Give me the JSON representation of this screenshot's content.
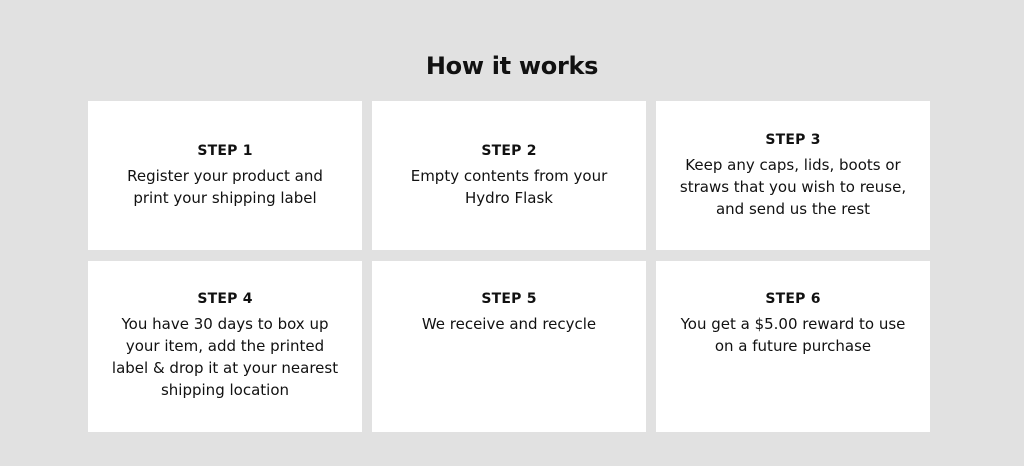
{
  "title": "How it works",
  "steps": [
    {
      "label": "STEP 1",
      "text": "Register your product and print your shipping label"
    },
    {
      "label": "STEP 2",
      "text": "Empty contents from your Hydro Flask"
    },
    {
      "label": "STEP 3",
      "text": "Keep any caps, lids, boots or straws that you wish to reuse, and send us the rest"
    },
    {
      "label": "STEP 4",
      "text": "You have 30 days to box up your item, add the printed label & drop it at your nearest shipping location"
    },
    {
      "label": "STEP 5",
      "text": "We receive and recycle"
    },
    {
      "label": "STEP 6",
      "text": "You get a $5.00 reward to use on a future purchase"
    }
  ]
}
